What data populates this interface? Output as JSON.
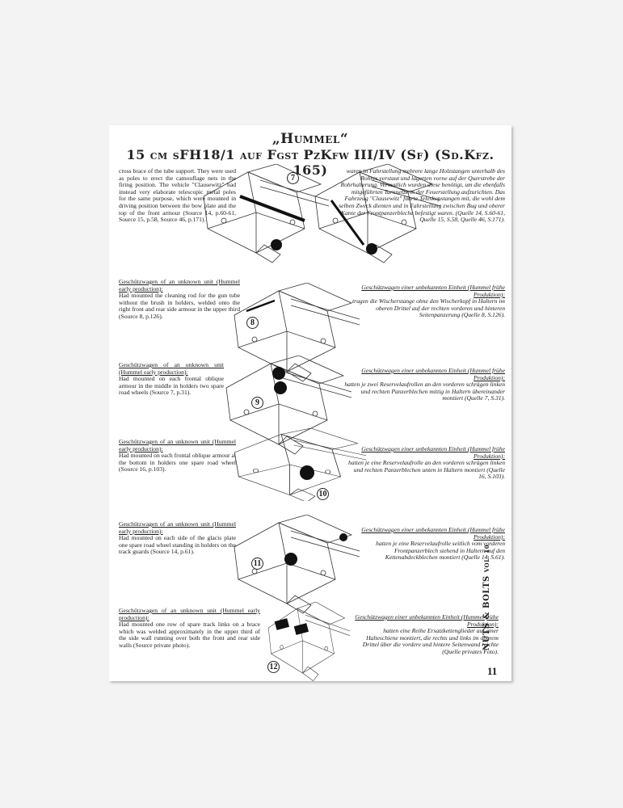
{
  "header": {
    "title": "„Hummel“",
    "subtitle": "15 cm sFH18/1 auf Fgst PzKfw III/IV (Sf) (Sd.Kfz. 165)"
  },
  "sections": [
    {
      "number": "7",
      "en_heading": "",
      "en_text": "cross brace of the tube support. They were used as poles to erect the camouflage nets in the firing position. The vehicle \"Clausewitz\" had instead very elaborate telescopic metal poles for the same purpose, which were mounted in driving position between the bow plate and the top of the front armour (Source 14, p.60-61, Source 15, p.58, Source 46, p.171).",
      "de_heading": "",
      "de_text": "waren in Fahrstellung mehrere lange Holzstangen unterhalb des Rohres verstaut und lagerten vorne auf der Querstrebe der Rohrhalterung. Vermutlich wurden diese benötigt, um die ebenfalls mitgeführten Tarnnetze in der Feuerstellung aufzurichten. Das Fahrzeug \"Clausewitz\" führte Teleskopstangen mit, die wohl dem selben Zweck dienten und in Fahrstellung zwischen Bug und oberer Kante der Frontpanzerbleche befestigt waren. (Quelle 14, S.60-61, Quelle 15, S.58, Quelle 46, S.171)."
    },
    {
      "number": "8",
      "en_heading": "Geschützwagen of an unknown unit (Hummel early production):",
      "en_text": "Had mounted the cleaning rod for the gun tube without the brush in holders, welded onto the right front and rear side armour in the upper third (Source 8, p.126).",
      "de_heading": "Geschützwagen einer unbekannten Einheit (Hummel frühe Produktion):",
      "de_text": "trugen die Wischerstange ohne den Wischerkopf in Haltern im oberen Drittel auf der rechten vorderen und hinteren Seitenpanzerung (Quelle 8, S.126)."
    },
    {
      "number": "9",
      "en_heading": "Geschützwagen of an unknown unit (Hummel early production):",
      "en_text": "Had mounted on each frontal oblique armour in the middle in holders two spare road wheels (Source 7, p.31).",
      "de_heading": "Geschützwagen einer unbekannten Einheit (Hummel frühe Produktion):",
      "de_text": "hatten je zwei Reservelaufrollen an den vorderen schrägen linken und rechten Panzerblechen mittig in Haltern übereinander montiert (Quelle 7, S.31)."
    },
    {
      "number": "10",
      "en_heading": "Geschützwagen of an unknown unit (Hummel early production):",
      "en_text": "Had mounted on each frontal oblique armour at the bottom in holders one spare road wheel (Source 16, p.103).",
      "de_heading": "Geschützwagen einer unbekannten Einheit (Hummel frühe Produktion):",
      "de_text": "hatten je eine Reservelaufrolle an den vorderen schrägen linken und rechten Panzerblechen unten in Haltern montiert (Quelle 16, S.103)."
    },
    {
      "number": "11",
      "en_heading": "Geschützwagen of an unknown unit (Hummel early production):",
      "en_text": "Had mounted on each side of the glacis plate one spare road wheel standing in holders on the track guards (Source 14, p.61).",
      "de_heading": "Geschützwagen einer unbekannten Einheit (Hummel frühe Produktion):",
      "de_text": "hatten je eine Reservelaufrolle seitlich vom vorderen Frontpanzerblech stehend in Haltern auf den Kettenabdeckblechen montiert (Quelle 14, S.61)."
    },
    {
      "number": "12",
      "en_heading": "Geschützwagen of an unknown unit (Hummel early production):",
      "en_text": "Had mounted one row of spare track links on a brace which was welded approximately in the upper third of the side wall running over both the front and rear side walls (Source private photo).",
      "de_heading": "Geschützwagen einer unbekannten Einheit (Hummel frühe Produktion):",
      "de_text": "hatten eine Reihe Ersatzkettenglieder auf einer Halteschiene montiert, die rechts und links im oberem Drittel über die vordere und hintere Seitenwand reichte (Quelle privates Foto)."
    }
  ],
  "footer": {
    "series": "NUTS & BOLTS",
    "volume": "VOL. 10",
    "page_number": "11"
  }
}
